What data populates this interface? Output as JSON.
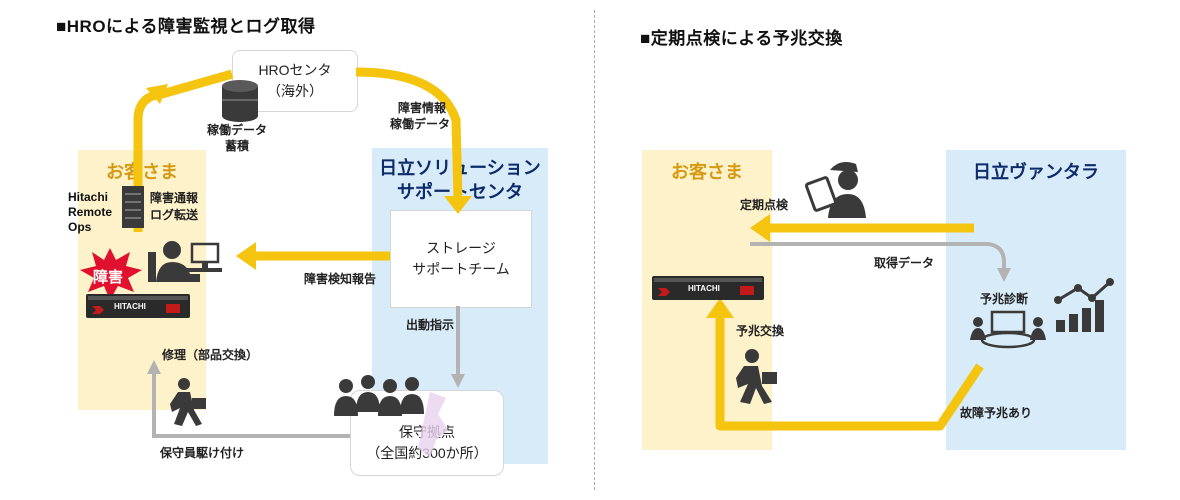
{
  "left": {
    "title": "■HROによる障害監視とログ取得",
    "customer_label": "お客さま",
    "hitachi_label_lines": [
      "日立ソリューション",
      "サポートセンタ"
    ],
    "hro_center_lines": [
      "HROセンタ",
      "（海外）"
    ],
    "storage_accum_lines": [
      "稼働データ",
      "蓄積"
    ],
    "fault_info_lines": [
      "障害情報",
      "稼働データ"
    ],
    "hro_brand_lines": [
      "Hitachi",
      "Remote",
      "Ops"
    ],
    "fault_report_lines": [
      "障害通報",
      "ログ転送"
    ],
    "storage_team_lines": [
      "ストレージ",
      "サポートチーム"
    ],
    "fault_notice": "障害検知報告",
    "fault_badge": "障害",
    "dispatch": "出動指示",
    "repair": "修理（部品交換）",
    "rush": "保守員駆け付け",
    "base_lines": [
      "保守拠点",
      "（全国約300か所）"
    ],
    "device_brand": "HITACHI"
  },
  "right": {
    "title": "■定期点検による予兆交換",
    "customer_label": "お客さま",
    "vantara_label": "日立ヴァンタラ",
    "inspection": "定期点検",
    "acquired_data": "取得データ",
    "diagnosis": "予兆診断",
    "predictive_replace": "予兆交換",
    "has_signs": "故障予兆あり",
    "device_brand": "HITACHI"
  },
  "colors": {
    "arrow_yellow": "#f5c40f",
    "arrow_gray": "#b3b3b3",
    "zone_yellow": "#fdf2c9",
    "zone_blue": "#d7ebf8",
    "burst_red": "#e0102e",
    "icon_dark": "#3a3a3a"
  },
  "icons": [
    "database-icon",
    "server-rack-icon",
    "operator-pc-icon",
    "fault-burst-icon",
    "storage-device-icon",
    "walking-engineer-icon",
    "people-group-icon",
    "inspector-tablet-icon",
    "meeting-icon",
    "chart-icon"
  ]
}
